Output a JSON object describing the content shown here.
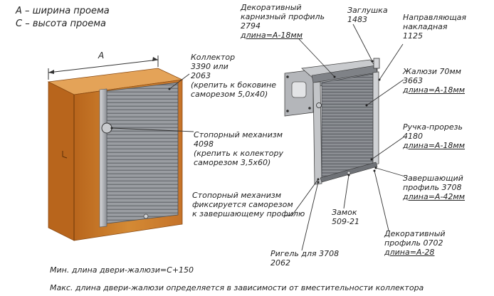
{
  "legend": {
    "a_line": "A – ширина проема",
    "c_line": "С – высота проема"
  },
  "dimension_label": "A",
  "callouts": {
    "collector": [
      "Коллектор",
      "3390 или",
      "2063",
      "(крепить к боковине",
      "саморезом 5,0х40)"
    ],
    "stopper1": [
      "Стопорный механизм",
      "4098",
      "(крепить к колектору",
      "саморезом 3,5х60)"
    ],
    "stopper2": [
      "Стопорный механизм",
      "фиксируется саморезом",
      "к завершающему профилю"
    ],
    "cornice": [
      "Декоративный",
      "карнизный профиль",
      "2794",
      "длина=А-18мм"
    ],
    "plug": [
      "Заглушка",
      "1483"
    ],
    "guide": [
      "Направляющая",
      "накладная",
      "1125"
    ],
    "blinds": [
      "Жалюзи 70мм",
      "3663",
      "длина=А-18мм"
    ],
    "handle": [
      "Ручка-прорезь",
      "4180",
      "длина=А-18мм"
    ],
    "final_profile": [
      "Завершающий",
      "профиль 3708",
      "длина=А-42мм"
    ],
    "lock": [
      "Замок",
      "509-21"
    ],
    "deco_profile": [
      "Декоративный",
      "профиль 0702",
      "длина=А-28"
    ],
    "bolt": [
      "Ригель для 3708",
      "2062"
    ]
  },
  "notes": {
    "min_length": "Мин. длина двери-жалюзи=С+150",
    "max_length": "Макс. длина двери-жалюзи определяется в зависимости от вместительности коллектора"
  },
  "colors": {
    "wood_front": "#cf7f2c",
    "wood_side": "#b5661c",
    "wood_top": "#e3a055",
    "shutter": "#8f9297",
    "shutter_dark": "#5f6268",
    "line": "#333333"
  }
}
